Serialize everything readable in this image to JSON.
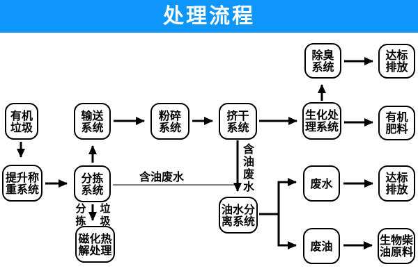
{
  "header": {
    "title": "处理流程"
  },
  "colors": {
    "header_bg": "#0E96FA",
    "header_text": "#FFFFFF",
    "line": "#000000",
    "node_border": "#000000",
    "node_bg": "#FFFFFF"
  },
  "nodes": {
    "organic_waste": {
      "label": "有机\n垃圾"
    },
    "conveying": {
      "label": "输送\n系统"
    },
    "crushing": {
      "label": "粉碎\n系统"
    },
    "squeezing": {
      "label": "挤干\n系统"
    },
    "biochemical": {
      "label": "生化处\n理系统"
    },
    "deodorizing": {
      "label": "除臭\n系统"
    },
    "discharge_air": {
      "label": "达标\n排放"
    },
    "fertilizer": {
      "label": "有机\n肥料"
    },
    "lifting": {
      "label": "提升称\n重系统"
    },
    "sorting": {
      "label": "分拣\n系统"
    },
    "pyrolysis": {
      "label": "磁化热\n解处理"
    },
    "oil_water": {
      "label": "油水分\n离系统"
    },
    "wastewater": {
      "label": "废水"
    },
    "discharge_water": {
      "label": "达标\n排放"
    },
    "waste_oil": {
      "label": "废油"
    },
    "biodiesel": {
      "label": "生物柴\n油原料"
    }
  },
  "edge_labels": {
    "oily_wastewater_horizontal": "含油废水",
    "oily_wastewater_vertical": "含\n油\n废\n水",
    "sorted_waste_left": "分\n拣",
    "sorted_waste_right": "垃\n圾"
  }
}
